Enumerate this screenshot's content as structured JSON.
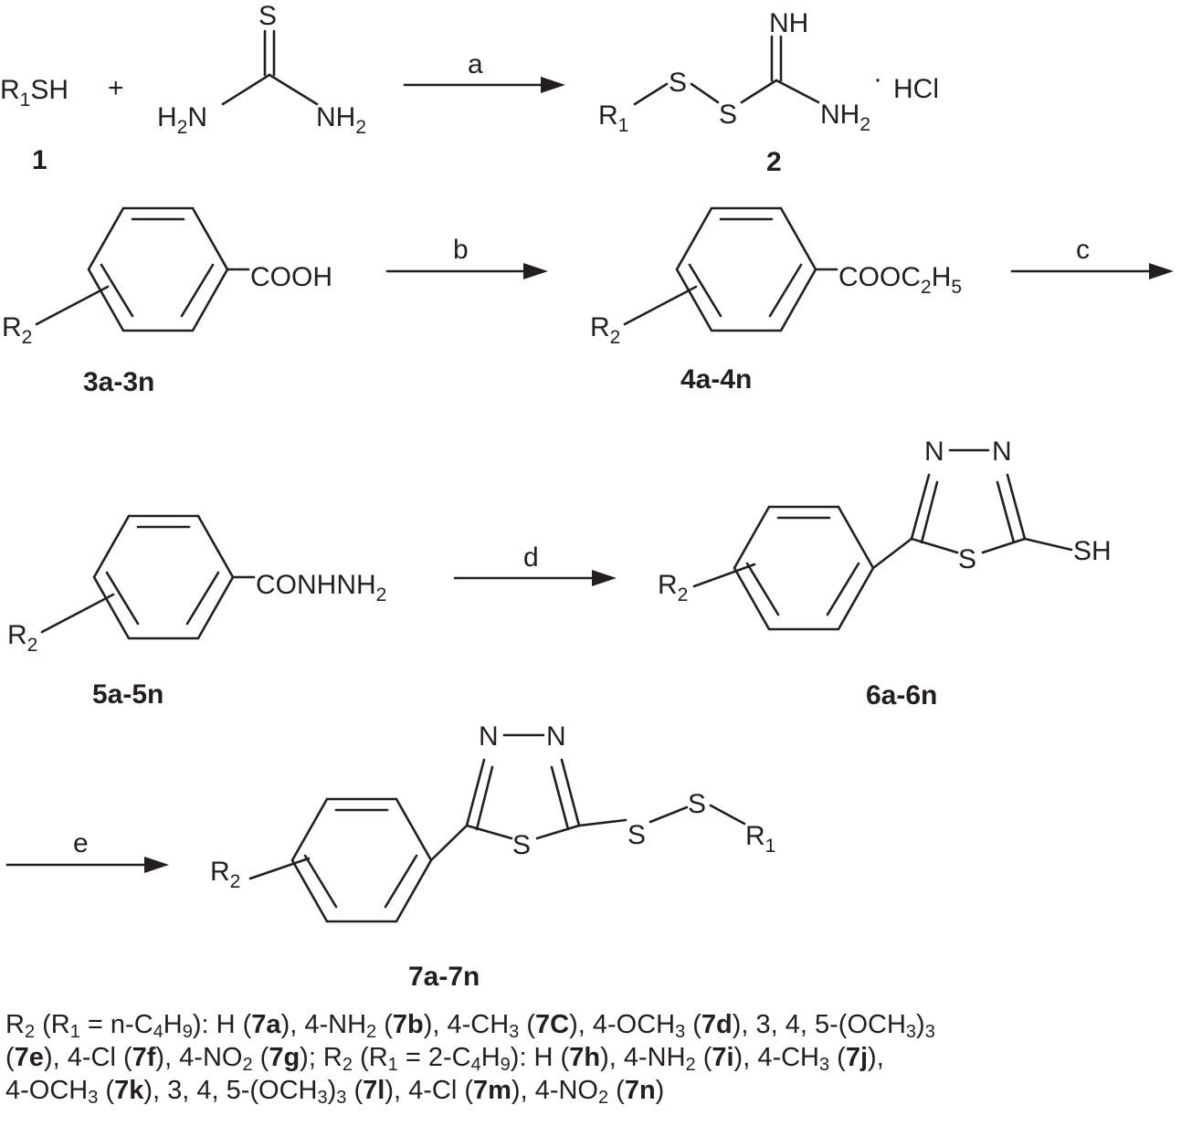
{
  "reagents": [
    {
      "name": "R",
      "sub": "1",
      "tail": "SH"
    },
    {
      "plus": "+"
    }
  ],
  "atoms": {
    "S": "S",
    "NH": "NH",
    "N": "N",
    "H2N_H": "H",
    "H2N_2": "2",
    "H2N_N": "N",
    "NH2_NH": "NH",
    "NH2_2": "2",
    "HCl": "HCl",
    "dot": "·",
    "R": "R",
    "one": "1",
    "two": "2",
    "COOH": "COOH",
    "COOC": "COOC",
    "C2H5_2": "2",
    "C2H5_H": "H",
    "C2H5_5": "5",
    "CONHNH": "CONHNH",
    "SH": "SH",
    "four": "4"
  },
  "arrows": {
    "a": "a",
    "b": "b",
    "c": "c",
    "d": "d",
    "e": "e"
  },
  "compounds": {
    "c1": "1",
    "c2": "2",
    "c3": "3a-3n",
    "c4": "4a-4n",
    "c5": "5a-5n",
    "c6": "6a-6n",
    "c7": "7a-7n"
  },
  "legend": {
    "line1": [
      "R",
      "2",
      " (R",
      "1",
      " = n-C",
      "4",
      "H",
      "9",
      "): H (",
      "7a",
      "), 4-NH",
      "2",
      " (",
      "7b",
      "), 4-CH",
      "3",
      " (",
      "7C",
      "), 4-OCH",
      "3",
      " (",
      "7d",
      "), 3, 4, 5-(OCH",
      "3",
      ")",
      "3"
    ],
    "line2": [
      "(",
      "7e",
      "), 4-Cl (",
      "7f",
      "), 4-NO",
      "2",
      " (",
      "7g",
      "); R",
      "2",
      " (R",
      "1",
      " = 2-C",
      "4",
      "H",
      "9",
      "): H (",
      "7h",
      "), 4-NH",
      "2",
      " (",
      "7i",
      "), 4-CH",
      "3",
      " (",
      "7j",
      "),"
    ],
    "line3": [
      "4-OCH",
      "3",
      " (",
      "7k",
      "), 3, 4, 5-(OCH",
      "3",
      ")",
      "3",
      " (",
      "7l",
      "), 4-Cl (",
      "7m",
      "), 4-NO",
      "2",
      " (",
      "7n",
      ")"
    ]
  }
}
